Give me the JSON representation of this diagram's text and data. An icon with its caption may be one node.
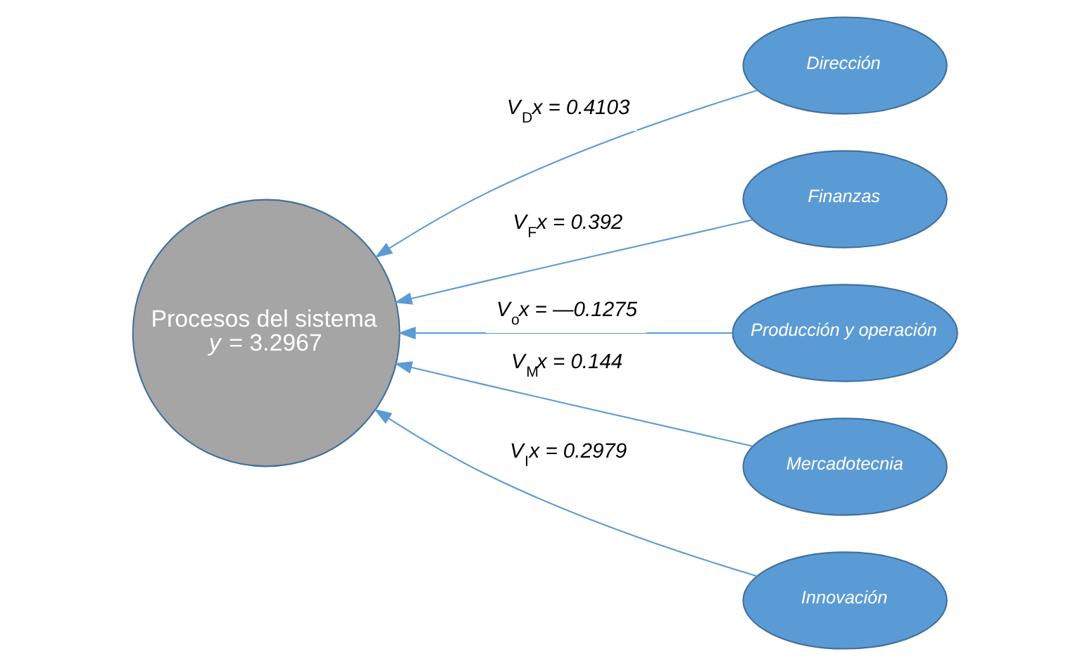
{
  "diagram": {
    "nodes": [
      {
        "text": [
          "Procesos del sistema",
          "*y* = 3.2967"
        ]
      },
      {
        "text": [
          "Dirección"
        ]
      },
      {
        "text": [
          "Finanzas"
        ]
      },
      {
        "text": [
          "Producción y operación"
        ]
      },
      {
        "text": [
          "Mercadotecnia"
        ]
      },
      {
        "text": [
          "Innovación"
        ]
      }
    ],
    "edges": [
      {
        "from": 1,
        "to": 0,
        "arrow": "to",
        "label": "*V*$_{D}$*x = 0.4103*"
      },
      {
        "from": 2,
        "to": 0,
        "arrow": "to",
        "label": "*V*$_{F}$*x = 0.392*"
      },
      {
        "from": 3,
        "to": 0,
        "arrow": "to",
        "label": "*V*$_{o}$*x = —0.1275*"
      },
      {
        "from": 4,
        "to": 0,
        "arrow": "to",
        "label": "*V*$_{M}$*x = 0.144*"
      },
      {
        "from": 5,
        "to": 0,
        "arrow": "to",
        "label": "*V*$_{I}$*x = 0.2979*"
      }
    ]
  }
}
